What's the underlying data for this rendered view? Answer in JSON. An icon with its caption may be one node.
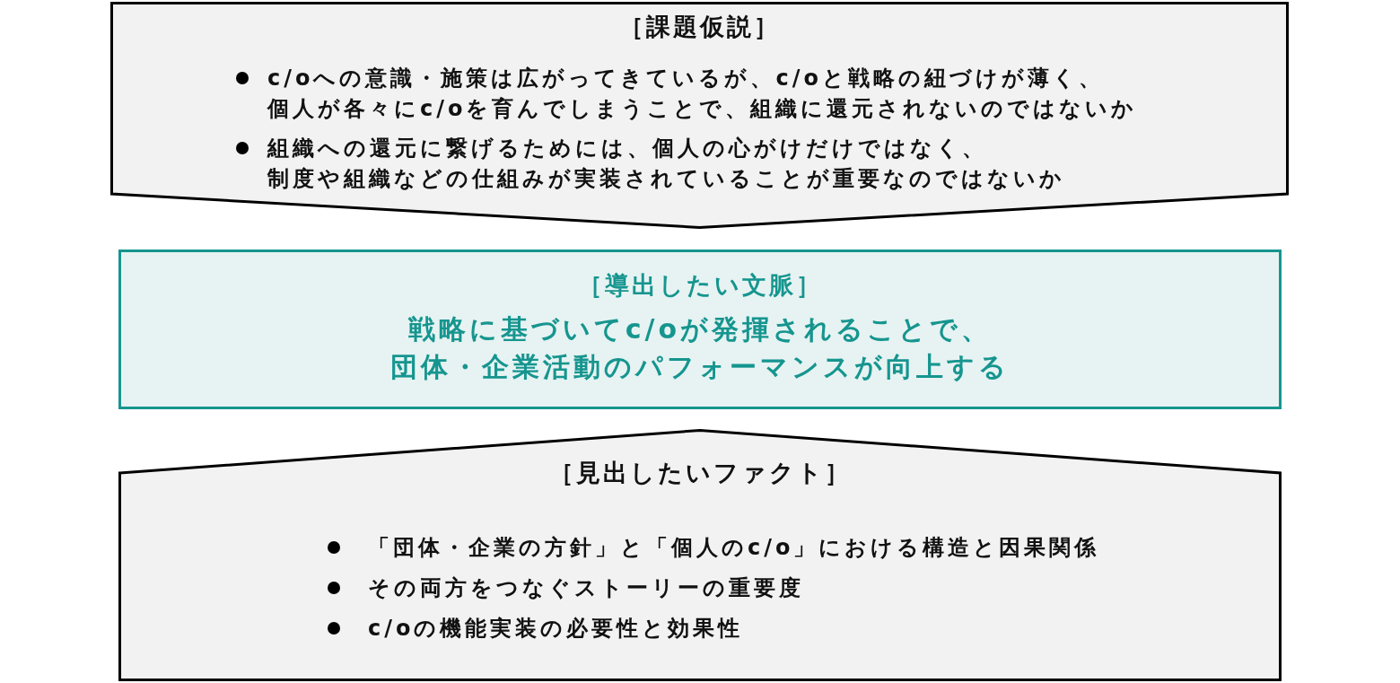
{
  "diagram": {
    "nodes": [
      {
        "text": [
          "［課題仮説］",
          "c/oへの意識・施策は広がってきているが、c/oと戦略の紐づけが薄く、個人が各々にc/oを育んでしまうことで、組織に還元されないのではないか",
          "組織への還元に繋げるためには、個人の心がけだけではなく、制度や組織などの仕組みが実装されていることが重要なのではないか"
        ]
      },
      {
        "text": [
          "［導出したい文脈］",
          "戦略に基づいてc/oが発揮されることで、団体・企業活動のパフォーマンスが向上する"
        ]
      },
      {
        "text": [
          "［見出したいファクト］",
          "「団体・企業の方針」と「個人のc/o」における構造と因果関係",
          "その両方をつなぐストーリーの重要度",
          "c/oの機能実装の必要性と効果性"
        ]
      }
    ]
  }
}
